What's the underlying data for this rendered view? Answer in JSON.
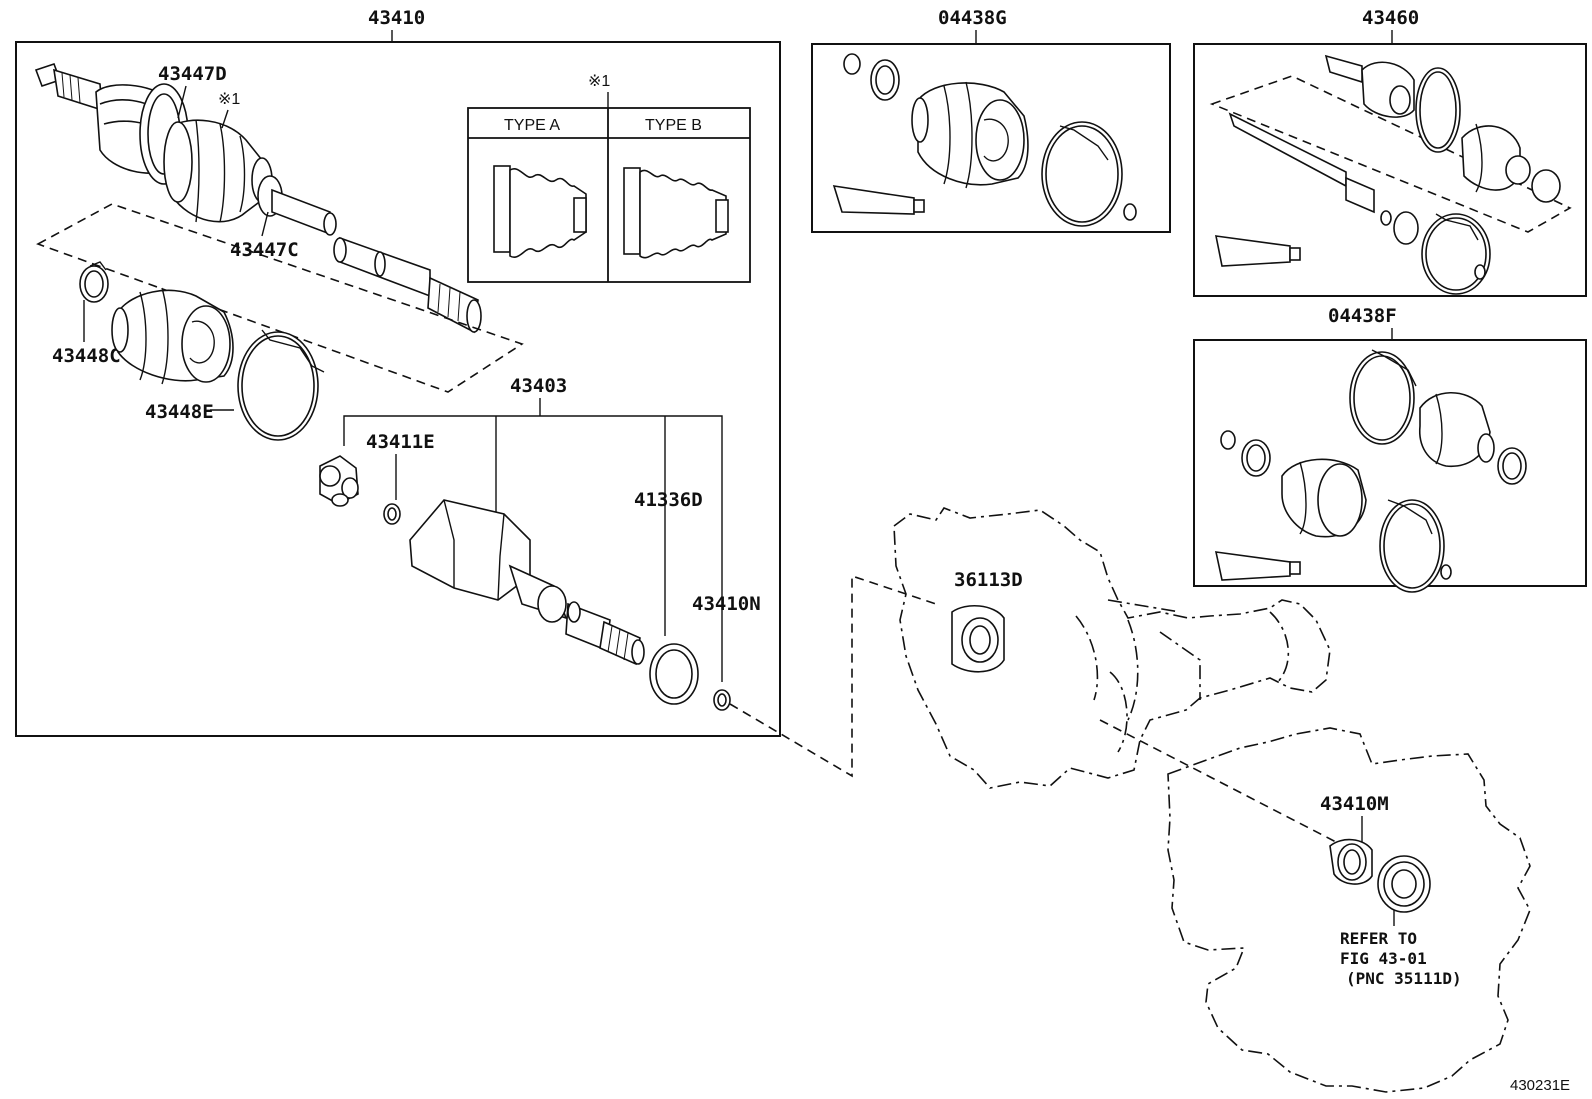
{
  "groups": {
    "left_assembly": "43410",
    "boot_kit_g": "04438G",
    "right_assembly": "43460",
    "boot_kit_f": "04438F",
    "inboard_joint": "43403"
  },
  "callouts": {
    "p43447D": "43447D",
    "note1": "※1",
    "p43447C": "43447C",
    "p43448C": "43448C",
    "p43448E": "43448E",
    "p43411E": "43411E",
    "p41336D": "41336D",
    "p43410N": "43410N",
    "p36113D": "36113D",
    "p43410M": "43410M"
  },
  "inset": {
    "note": "※1",
    "type_a": "TYPE A",
    "type_b": "TYPE B"
  },
  "reference": {
    "line1": "REFER TO",
    "line2": "FIG 43-01",
    "line3": "(PNC 35111D)"
  },
  "figure_code": "430231E"
}
